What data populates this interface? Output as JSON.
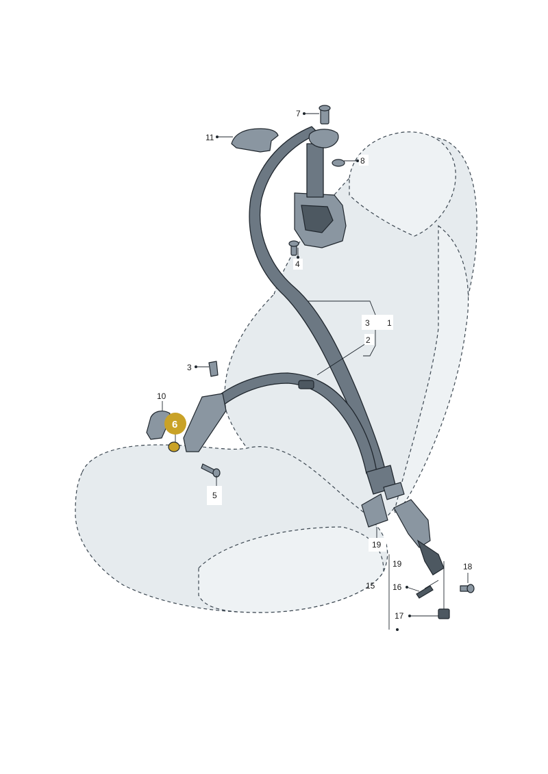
{
  "diagram": {
    "subject": "seat-belt-assembly",
    "highlight_color": "#c9a227",
    "highlighted_part": "6",
    "callouts": {
      "c1": "1",
      "c2": "2",
      "c3": "3",
      "c3b": "3",
      "c4": "4",
      "c5": "5",
      "c6": "6",
      "c7": "7",
      "c8": "8",
      "c10": "10",
      "c11": "11",
      "c15": "15",
      "c16": "16",
      "c17": "17",
      "c18": "18",
      "c19a": "19",
      "c19b": "19"
    }
  }
}
